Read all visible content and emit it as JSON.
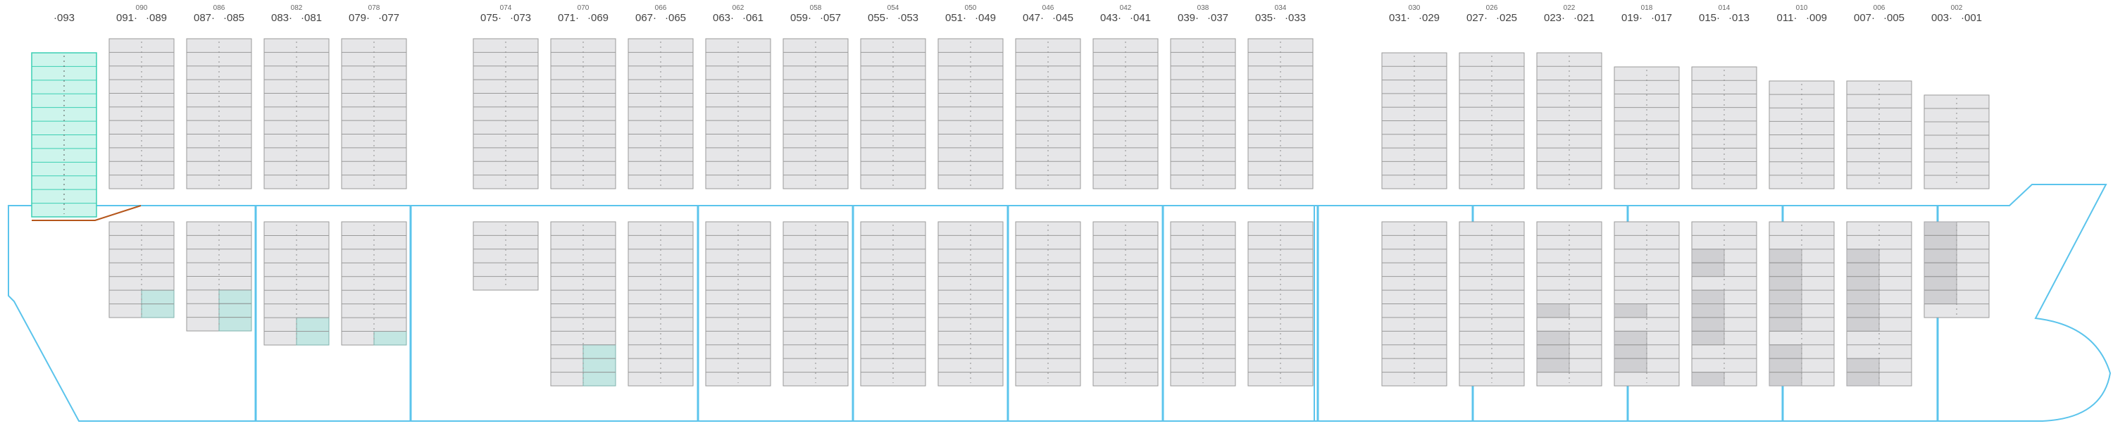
{
  "colors": {
    "hull": "#5bc4ec",
    "cell_fill": "#e6e6e8",
    "cell_stroke": "#9a9a9a",
    "cell_selected": "#c3e6e2",
    "cell_selected_stroke": "#7fb3ad",
    "cell_occupied": "#cfcfd2",
    "cell_occupied_stroke": "#a5a5a8",
    "highlight_fill": "#cdf5ec",
    "highlight_stroke": "#3ccfb3",
    "ramp": "#b5561b"
  },
  "bays": [
    {
      "left": "093",
      "above": [],
      "below": []
    },
    {
      "left": "091",
      "mid": "090",
      "right": "089"
    },
    {
      "left": "087",
      "mid": "086",
      "right": "085"
    },
    {
      "left": "083",
      "mid": "082",
      "right": "081"
    },
    {
      "left": "079",
      "mid": "078",
      "right": "077"
    },
    {
      "left": "075",
      "mid": "074",
      "right": "073"
    },
    {
      "left": "071",
      "mid": "070",
      "right": "069"
    },
    {
      "left": "067",
      "mid": "066",
      "right": "065"
    },
    {
      "left": "063",
      "mid": "062",
      "right": "061"
    },
    {
      "left": "059",
      "mid": "058",
      "right": "057"
    },
    {
      "left": "055",
      "mid": "054",
      "right": "053"
    },
    {
      "left": "051",
      "mid": "050",
      "right": "049"
    },
    {
      "left": "047",
      "mid": "046",
      "right": "045"
    },
    {
      "left": "043",
      "mid": "042",
      "right": "041"
    },
    {
      "left": "039",
      "mid": "038",
      "right": "037"
    },
    {
      "left": "035",
      "mid": "034",
      "right": "033"
    },
    {
      "left": "031",
      "mid": "030",
      "right": "029"
    },
    {
      "left": "027",
      "mid": "026",
      "right": "025"
    },
    {
      "left": "023",
      "mid": "022",
      "right": "021"
    },
    {
      "left": "019",
      "mid": "018",
      "right": "017"
    },
    {
      "left": "015",
      "mid": "014",
      "right": "013"
    },
    {
      "left": "011",
      "mid": "010",
      "right": "009"
    },
    {
      "left": "007",
      "mid": "006",
      "right": "005"
    },
    {
      "left": "003",
      "mid": "002",
      "right": "001"
    }
  ]
}
